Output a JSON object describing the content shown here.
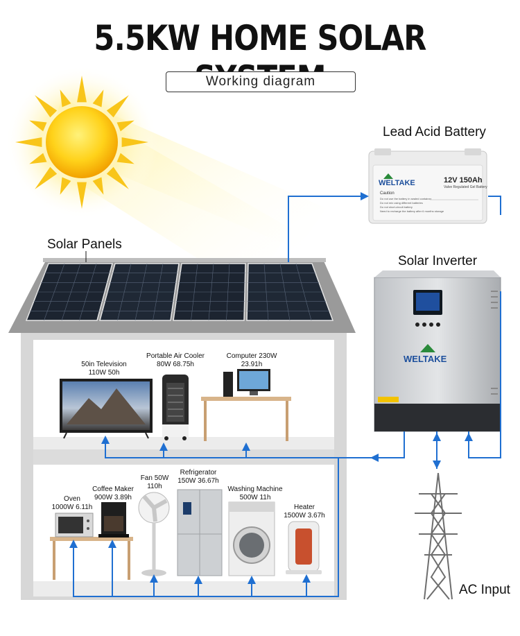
{
  "title": "5.5KW HOME SOLAR SYSTEM",
  "subtitle": "Working diagram",
  "labels": {
    "battery": "Lead Acid Battery",
    "solar_panels": "Solar Panels",
    "inverter": "Solar Inverter",
    "ac_input": "AC Input"
  },
  "battery_face": {
    "brand": "WELTAKE",
    "spec": "12V 150Ah",
    "type": "Valve Regulated Gel Battery",
    "caution_title": "Caution",
    "caution_lines": [
      "Do not use the battery in sealed container",
      "Do not mix using different batteries",
      "Do not short-circuit battery",
      "Need to recharge the battery after 6 months storage"
    ]
  },
  "inverter_face": {
    "brand": "WELTAKE"
  },
  "appliances": {
    "tv": {
      "name": "50in Television",
      "spec": "110W  50h"
    },
    "cooler": {
      "name": "Portable Air Cooler",
      "spec": "80W  68.75h"
    },
    "computer": {
      "name": "Computer 230W",
      "spec": "23.91h"
    },
    "oven": {
      "name": "Oven",
      "spec": "1000W  6.11h"
    },
    "coffee": {
      "name": "Coffee Maker",
      "spec": "900W  3.89h"
    },
    "fan": {
      "name": "Fan 50W",
      "spec": "110h"
    },
    "fridge": {
      "name": "Refrigerator",
      "spec": "150W  36.67h"
    },
    "washer": {
      "name": "Washing Machine",
      "spec": "500W 11h"
    },
    "heater": {
      "name": "Heater",
      "spec": "1500W  3.67h"
    }
  },
  "colors": {
    "wire": "#1f6fd1",
    "house": "#d9d9d9",
    "panel": "#1c2430",
    "sun": "#f6b800"
  }
}
